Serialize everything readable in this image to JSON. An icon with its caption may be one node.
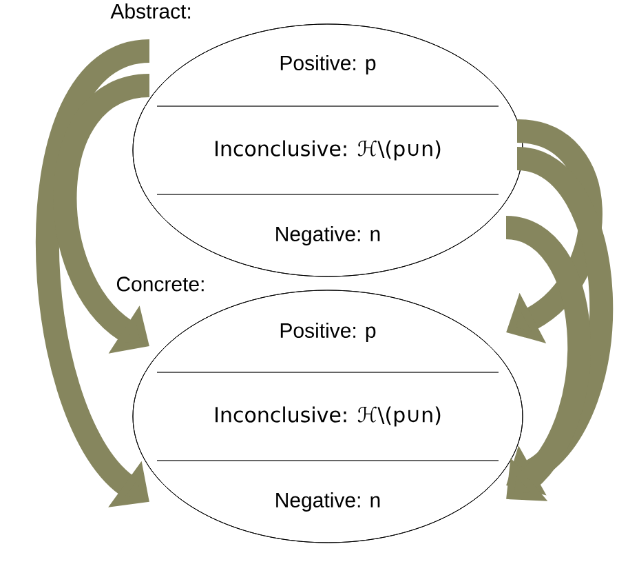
{
  "diagram": {
    "nodes": [
      {
        "text": [
          "Abstract:"
        ]
      },
      {
        "text": [
          "Positive: p"
        ],
        "in": 0
      },
      {
        "text": [
          "Inconclusive: ℋ\\(p∪n)"
        ],
        "in": 0
      },
      {
        "text": [
          "Negative: n"
        ],
        "in": 0
      },
      {
        "text": [
          "Concrete:"
        ]
      },
      {
        "text": [
          "Positive: p"
        ],
        "in": 4
      },
      {
        "text": [
          "Inconclusive: ℋ\\(p∪n)"
        ],
        "in": 4
      },
      {
        "text": [
          "Negative: n"
        ],
        "in": 4
      }
    ],
    "edges": [
      {
        "from": 1,
        "to": 7,
        "arrow": "to",
        "color": "#86865e"
      },
      {
        "from": 1,
        "to": 5,
        "arrow": "to",
        "color": "#86865e"
      },
      {
        "from": 2,
        "to": 5,
        "arrow": "to",
        "color": "#86865e"
      },
      {
        "from": 2,
        "to": 7,
        "arrow": "to",
        "color": "#86865e"
      },
      {
        "from": 3,
        "to": 7,
        "arrow": "to",
        "color": "#86865e"
      }
    ]
  }
}
